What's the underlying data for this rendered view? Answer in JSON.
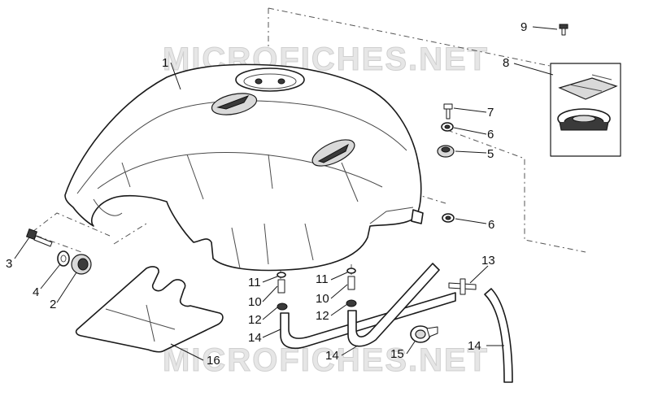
{
  "watermarks": [
    "MICROFICHES.NET",
    "MICROFICHES.NET"
  ],
  "callouts": [
    {
      "id": "c1",
      "label": "1"
    },
    {
      "id": "c2",
      "label": "2"
    },
    {
      "id": "c3",
      "label": "3"
    },
    {
      "id": "c4",
      "label": "4"
    },
    {
      "id": "c5",
      "label": "5"
    },
    {
      "id": "c6a",
      "label": "6"
    },
    {
      "id": "c6b",
      "label": "6"
    },
    {
      "id": "c7",
      "label": "7"
    },
    {
      "id": "c8",
      "label": "8"
    },
    {
      "id": "c9",
      "label": "9"
    },
    {
      "id": "c10a",
      "label": "10"
    },
    {
      "id": "c10b",
      "label": "10"
    },
    {
      "id": "c11a",
      "label": "11"
    },
    {
      "id": "c11b",
      "label": "11"
    },
    {
      "id": "c12a",
      "label": "12"
    },
    {
      "id": "c12b",
      "label": "12"
    },
    {
      "id": "c13",
      "label": "13"
    },
    {
      "id": "c14a",
      "label": "14"
    },
    {
      "id": "c14b",
      "label": "14"
    },
    {
      "id": "c14c",
      "label": "14"
    },
    {
      "id": "c15",
      "label": "15"
    },
    {
      "id": "c16",
      "label": "16"
    }
  ]
}
